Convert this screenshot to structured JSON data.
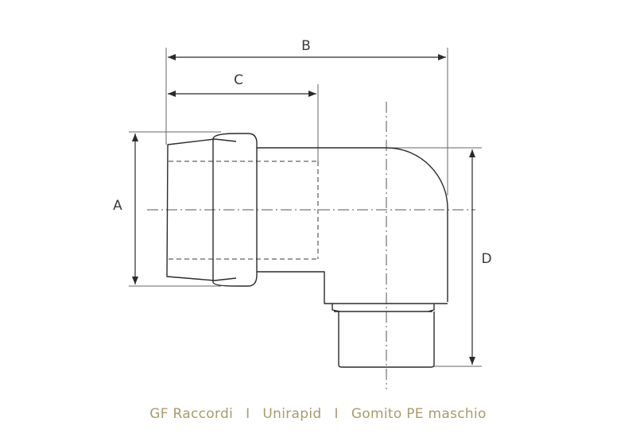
{
  "dimensions": {
    "a": "A",
    "b": "B",
    "c": "C",
    "d": "D"
  },
  "caption": {
    "brand": "GF Raccordi",
    "separator": "I",
    "line": "Unirapid",
    "product": "Gomito PE maschio",
    "color": "#a89c6a"
  },
  "colors": {
    "stroke": "#3a3a3a",
    "background": "#ffffff"
  }
}
